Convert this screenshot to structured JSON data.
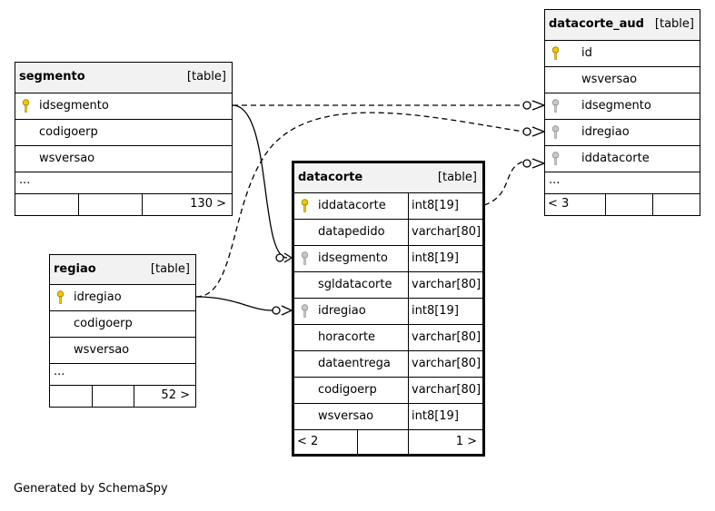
{
  "credit": "Generated by SchemaSpy",
  "tables": {
    "segmento": {
      "name": "segmento",
      "type": "[table]",
      "columns": [
        "idsegmento",
        "codigoerp",
        "wsversao"
      ],
      "more": "...",
      "footer_right": "130 >"
    },
    "regiao": {
      "name": "regiao",
      "type": "[table]",
      "columns": [
        "idregiao",
        "codigoerp",
        "wsversao"
      ],
      "more": "...",
      "footer_right": "52 >"
    },
    "datacorte": {
      "name": "datacorte",
      "type": "[table]",
      "columns": [
        {
          "name": "iddatacorte",
          "type": "int8[19]"
        },
        {
          "name": "datapedido",
          "type": "varchar[80]"
        },
        {
          "name": "idsegmento",
          "type": "int8[19]"
        },
        {
          "name": "sgldatacorte",
          "type": "varchar[80]"
        },
        {
          "name": "idregiao",
          "type": "int8[19]"
        },
        {
          "name": "horacorte",
          "type": "varchar[80]"
        },
        {
          "name": "dataentrega",
          "type": "varchar[80]"
        },
        {
          "name": "codigoerp",
          "type": "varchar[80]"
        },
        {
          "name": "wsversao",
          "type": "int8[19]"
        }
      ],
      "footer_left": "< 2",
      "footer_right": "1 >"
    },
    "datacorte_aud": {
      "name": "datacorte_aud",
      "type": "[table]",
      "columns": [
        "id",
        "wsversao",
        "idsegmento",
        "idregiao",
        "iddatacorte"
      ],
      "more": "...",
      "footer_left": "< 3"
    }
  }
}
